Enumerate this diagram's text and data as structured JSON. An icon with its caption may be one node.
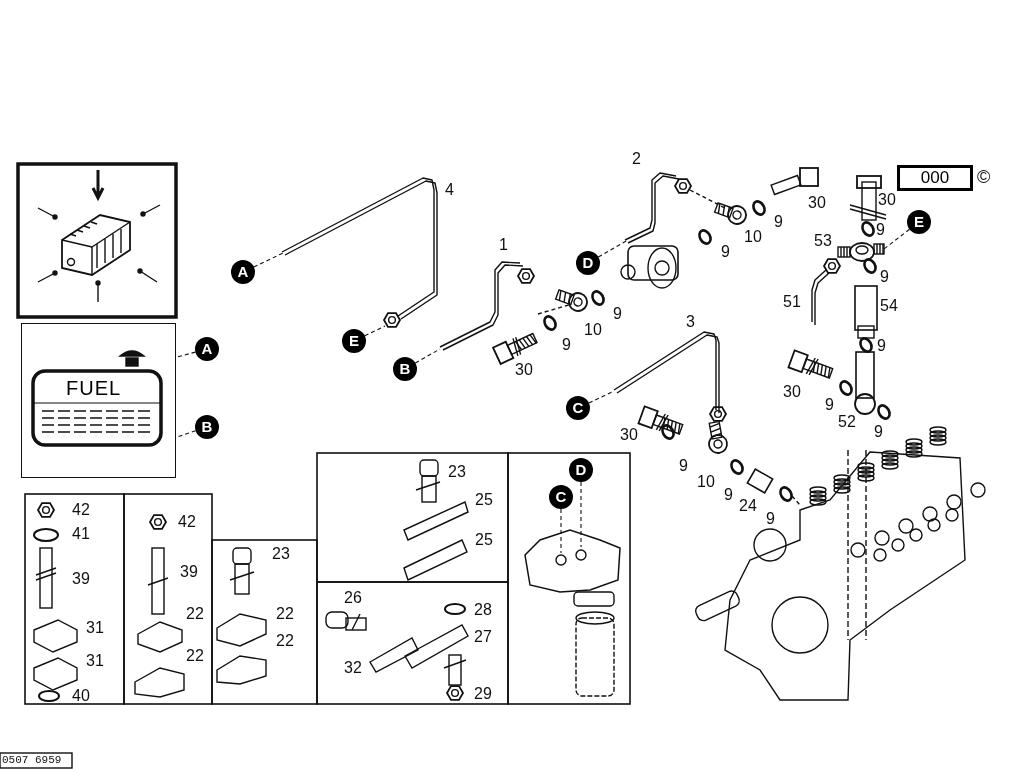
{
  "diagram": {
    "nodes": [
      {
        "text": [
          "000"
        ],
        "beside": [
          "©"
        ]
      },
      {
        "text": [
          "E"
        ]
      },
      {
        "text": [
          "D"
        ]
      },
      {
        "text": [
          "A"
        ]
      },
      {
        "text": [
          "E"
        ]
      },
      {
        "text": [
          "A"
        ]
      },
      {
        "text": [
          "B"
        ]
      },
      {
        "text": [
          "C"
        ]
      },
      {
        "text": [
          "B"
        ]
      },
      {
        "text": [
          "D"
        ]
      },
      {
        "text": [
          "C"
        ]
      },
      {
        "text": [
          "FUEL"
        ]
      },
      {
        "text": [],
        "shape": "picture"
      },
      {
        "text": [],
        "shape": "picture",
        "beside": [
          "2"
        ]
      },
      {
        "text": [],
        "shape": "picture",
        "beside": [
          "4"
        ]
      },
      {
        "text": [],
        "shape": "picture",
        "beside": [
          "1"
        ]
      },
      {
        "text": [],
        "shape": "picture",
        "beside": [
          "3"
        ]
      },
      {
        "text": [],
        "shape": "picture"
      }
    ],
    "edges": [
      {
        "from": 1,
        "to": 12,
        "arrow": "none",
        "style": "dashed"
      },
      {
        "from": 2,
        "to": 13,
        "arrow": "none",
        "style": "dashed"
      },
      {
        "from": 3,
        "to": 14,
        "arrow": "none",
        "style": "dashed"
      },
      {
        "from": 4,
        "to": 14,
        "arrow": "none",
        "style": "dashed"
      },
      {
        "from": 5,
        "to": 11,
        "arrow": "none",
        "style": "dashed"
      },
      {
        "from": 6,
        "to": 15,
        "arrow": "none",
        "style": "dashed"
      },
      {
        "from": 7,
        "to": 16,
        "arrow": "none",
        "style": "dashed"
      },
      {
        "from": 8,
        "to": 11,
        "arrow": "none",
        "style": "dashed"
      },
      {
        "from": 9,
        "to": 17,
        "arrow": "none",
        "style": "dashed"
      },
      {
        "from": 10,
        "to": 17,
        "arrow": "none",
        "style": "dashed"
      }
    ],
    "labels": [
      "30",
      "30",
      "9",
      "9",
      "10",
      "53",
      "9",
      "9",
      "51",
      "54",
      "9",
      "10",
      "9",
      "9",
      "30",
      "30",
      "9",
      "30",
      "52",
      "9",
      "9",
      "10",
      "9",
      "24",
      "9",
      "42",
      "41",
      "39",
      "31",
      "31",
      "40",
      "42",
      "39",
      "22",
      "22",
      "23",
      "22",
      "22",
      "23",
      "25",
      "25",
      "26",
      "28",
      "27",
      "32",
      "29",
      "0507 6959"
    ]
  }
}
